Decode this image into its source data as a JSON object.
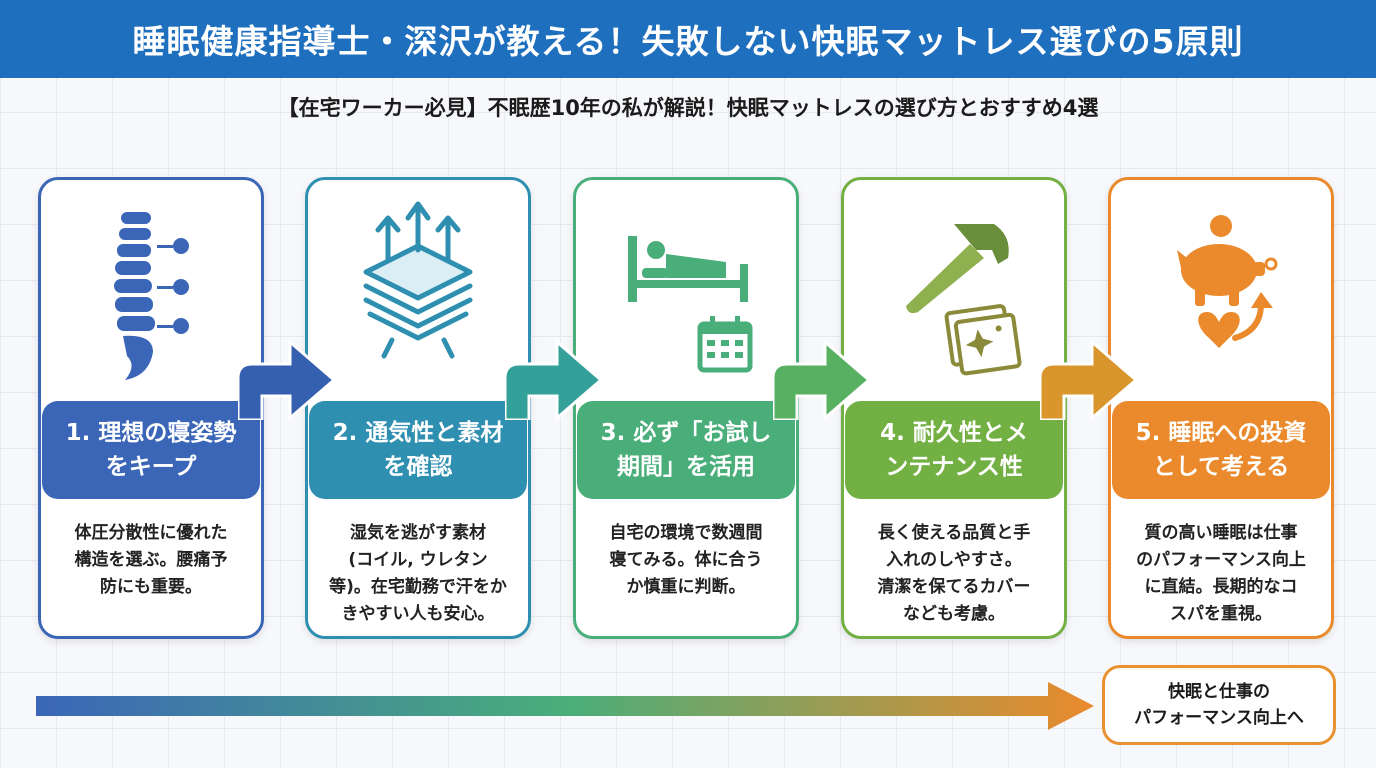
{
  "header": {
    "title": "睡眠健康指導士・深沢が教える！失敗しない快眠マットレス選びの5原則"
  },
  "subtitle": "【在宅ワーカー必見】不眠歴10年の私が解説！快眠マットレスの選び方とおすすめ4選",
  "colors": {
    "header": "#1f6fbf",
    "step1": "#3b66b8",
    "step2": "#2f8fb0",
    "step3": "#4aae7a",
    "step4": "#72b043",
    "step5": "#ea8a2c"
  },
  "steps": [
    {
      "icon": "spine-icon",
      "title_line1": "1. 理想の寝姿勢",
      "title_line2": "をキープ",
      "desc_line1": "体圧分散性に優れた",
      "desc_line2": "構造を選ぶ。腰痛予",
      "desc_line3": "防にも重要。",
      "desc_line4": ""
    },
    {
      "icon": "breathable-layers-icon",
      "title_line1": "2. 通気性と素材",
      "title_line2": "を確認",
      "desc_line1": "湿気を逃がす素材",
      "desc_line2": "(コイル, ウレタン",
      "desc_line3": "等)。在宅勤務で汗をか",
      "desc_line4": "きやすい人も安心。"
    },
    {
      "icon": "bed-calendar-icon",
      "title_line1": "3. 必ず「お試し",
      "title_line2": "期間」を活用",
      "desc_line1": "自宅の環境で数週間",
      "desc_line2": "寝てみる。体に合う",
      "desc_line3": "か慎重に判断。",
      "desc_line4": ""
    },
    {
      "icon": "hammer-cover-icon",
      "title_line1": "4. 耐久性とメ",
      "title_line2": "ンテナンス性",
      "desc_line1": "長く使える品質と手",
      "desc_line2": "入れのしやすさ。",
      "desc_line3": "清潔を保てるカバー",
      "desc_line4": "なども考慮。"
    },
    {
      "icon": "piggy-bank-heart-icon",
      "title_line1": "5. 睡眠への投資",
      "title_line2": "として考える",
      "desc_line1": "質の高い睡眠は仕事",
      "desc_line2": "のパフォーマンス向上",
      "desc_line3": "に直結。長期的なコ",
      "desc_line4": "スパを重視。"
    }
  ],
  "footer": {
    "line1": "快眠と仕事の",
    "line2": "パフォーマンス向上へ"
  }
}
